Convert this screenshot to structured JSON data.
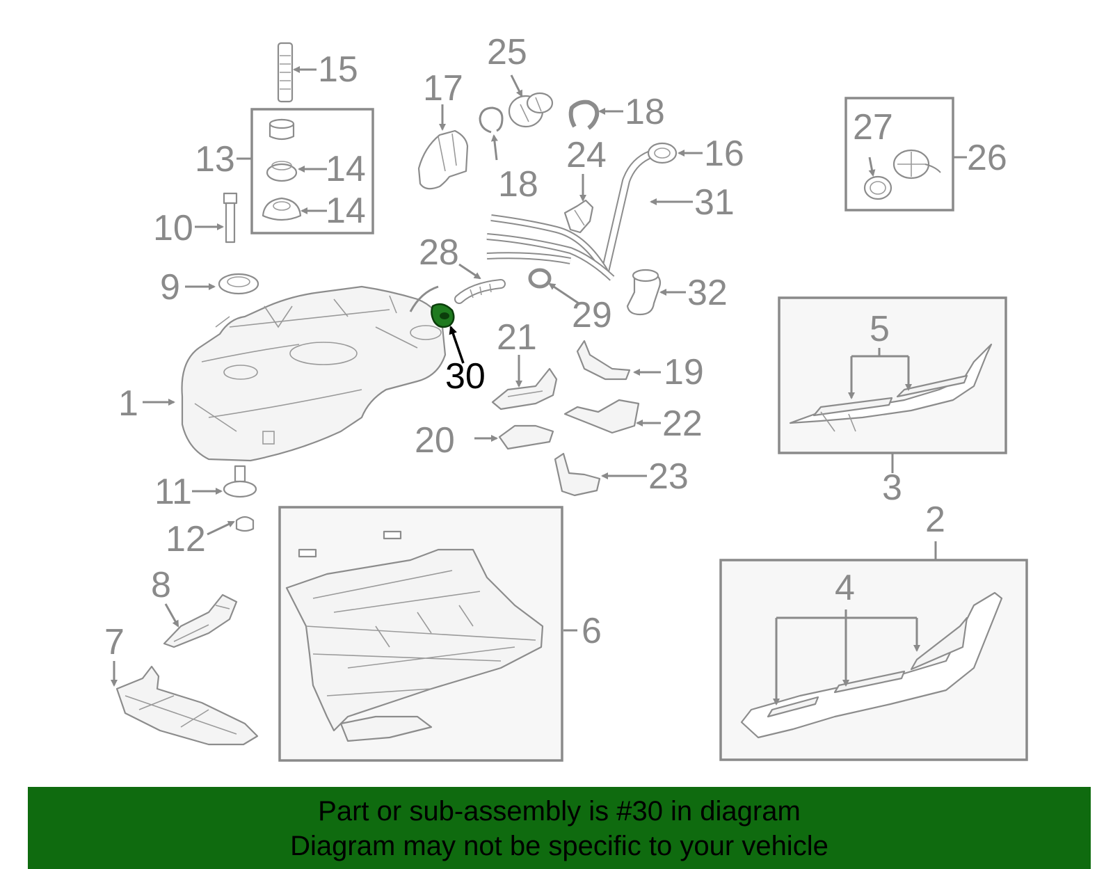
{
  "diagram": {
    "callouts": {
      "c1": "1",
      "c2": "2",
      "c3": "3",
      "c4": "4",
      "c5": "5",
      "c6": "6",
      "c7": "7",
      "c8": "8",
      "c9": "9",
      "c10": "10",
      "c11": "11",
      "c12": "12",
      "c13": "13",
      "c14a": "14",
      "c14b": "14",
      "c15": "15",
      "c16": "16",
      "c17": "17",
      "c18a": "18",
      "c18b": "18",
      "c19": "19",
      "c20": "20",
      "c21": "21",
      "c22": "22",
      "c23": "23",
      "c24": "24",
      "c25": "25",
      "c26": "26",
      "c27": "27",
      "c28": "28",
      "c29": "29",
      "c30": "30",
      "c31": "31",
      "c32": "32"
    },
    "highlight_part": "30",
    "highlight_color": "#1f7a1f"
  },
  "banner": {
    "line1": "Part or sub-assembly is #30 in diagram",
    "line2": "Diagram may not be specific to your vehicle",
    "background": "#0f6b0f"
  }
}
